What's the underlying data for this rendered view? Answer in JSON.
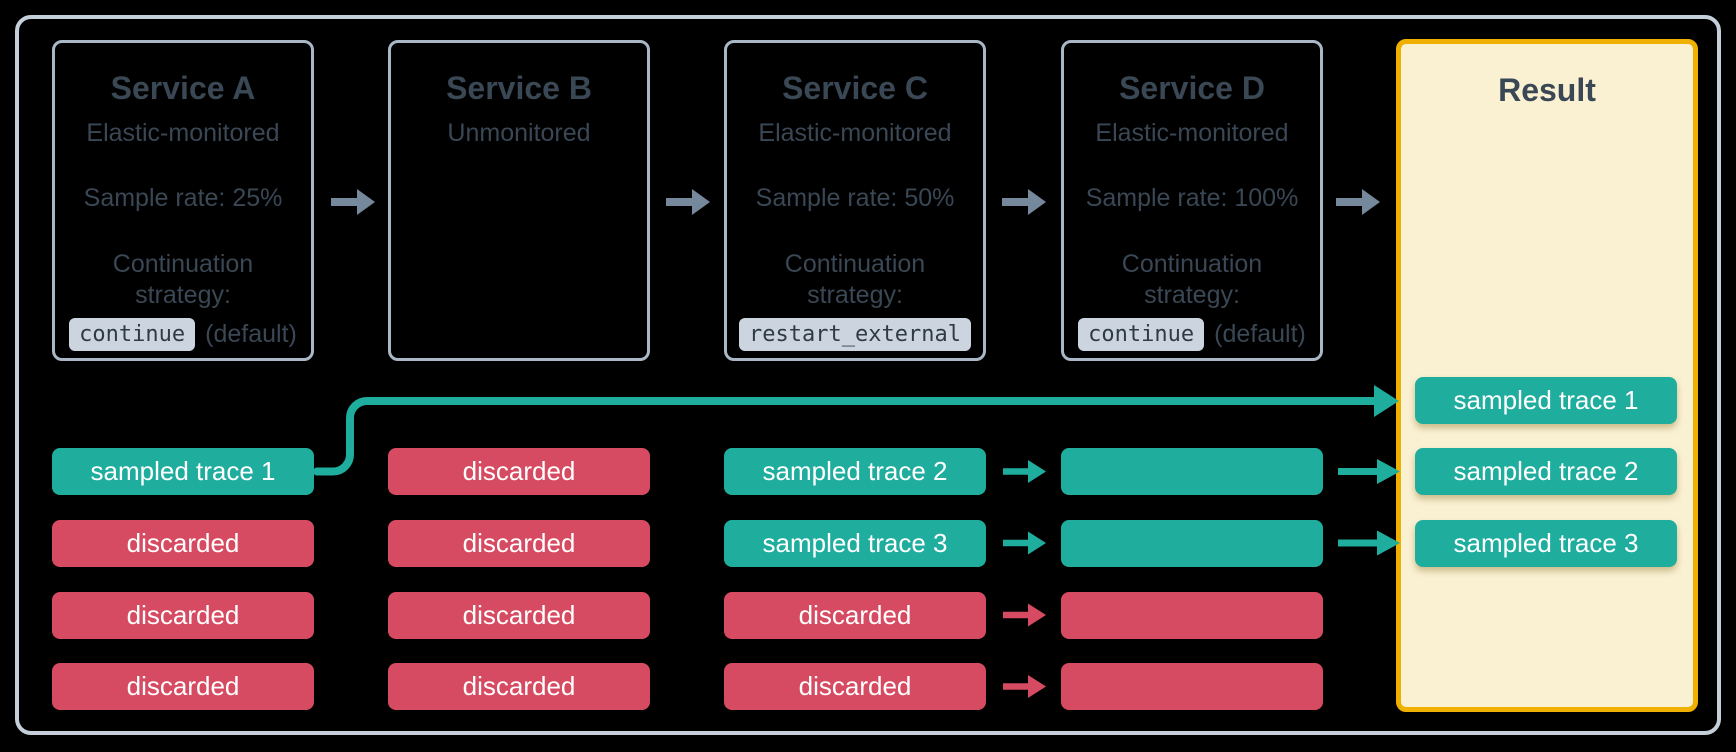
{
  "colors": {
    "bg": "#000000",
    "frame_border": "#C5CFD9",
    "box_border": "#A9B7C6",
    "slate": "#3A4754",
    "arrow_gray": "#76889B",
    "teal": "#1FAD9E",
    "red": "#D64B61",
    "gold": "#EFB000",
    "cream": "#FAF1D3",
    "code_bg": "#CCD5DF",
    "code_fg": "#2E3B47",
    "chip_text": "#FFFFFF"
  },
  "services": [
    {
      "title": "Service A",
      "monitoring": "Elastic-monitored",
      "sample_rate": "Sample rate: 25%",
      "strategy_label": "Continuation strategy:",
      "strategy_code": "continue",
      "strategy_note": "(default)"
    },
    {
      "title": "Service B",
      "monitoring": "Unmonitored"
    },
    {
      "title": "Service C",
      "monitoring": "Elastic-monitored",
      "sample_rate": "Sample rate: 50%",
      "strategy_label": "Continuation strategy:",
      "strategy_code": "restart_external"
    },
    {
      "title": "Service D",
      "monitoring": "Elastic-monitored",
      "sample_rate": "Sample rate: 100%",
      "strategy_label": "Continuation strategy:",
      "strategy_code": "continue",
      "strategy_note": "(default)"
    }
  ],
  "traces": {
    "service_a": [
      {
        "label": "sampled trace 1",
        "status": "sampled"
      },
      {
        "label": "discarded",
        "status": "discarded"
      },
      {
        "label": "discarded",
        "status": "discarded"
      },
      {
        "label": "discarded",
        "status": "discarded"
      }
    ],
    "service_b": [
      {
        "label": "discarded",
        "status": "discarded"
      },
      {
        "label": "discarded",
        "status": "discarded"
      },
      {
        "label": "discarded",
        "status": "discarded"
      },
      {
        "label": "discarded",
        "status": "discarded"
      }
    ],
    "service_c": [
      {
        "label": "sampled trace 2",
        "status": "sampled"
      },
      {
        "label": "sampled trace 3",
        "status": "sampled"
      },
      {
        "label": "discarded",
        "status": "discarded"
      },
      {
        "label": "discarded",
        "status": "discarded"
      }
    ],
    "service_d": [
      {
        "label": "",
        "status": "sampled"
      },
      {
        "label": "",
        "status": "sampled"
      },
      {
        "label": "",
        "status": "discarded"
      },
      {
        "label": "",
        "status": "discarded"
      }
    ]
  },
  "result": {
    "title": "Result",
    "traces": [
      {
        "label": "sampled trace 1",
        "status": "sampled"
      },
      {
        "label": "sampled trace 2",
        "status": "sampled"
      },
      {
        "label": "sampled trace 3",
        "status": "sampled"
      }
    ]
  }
}
